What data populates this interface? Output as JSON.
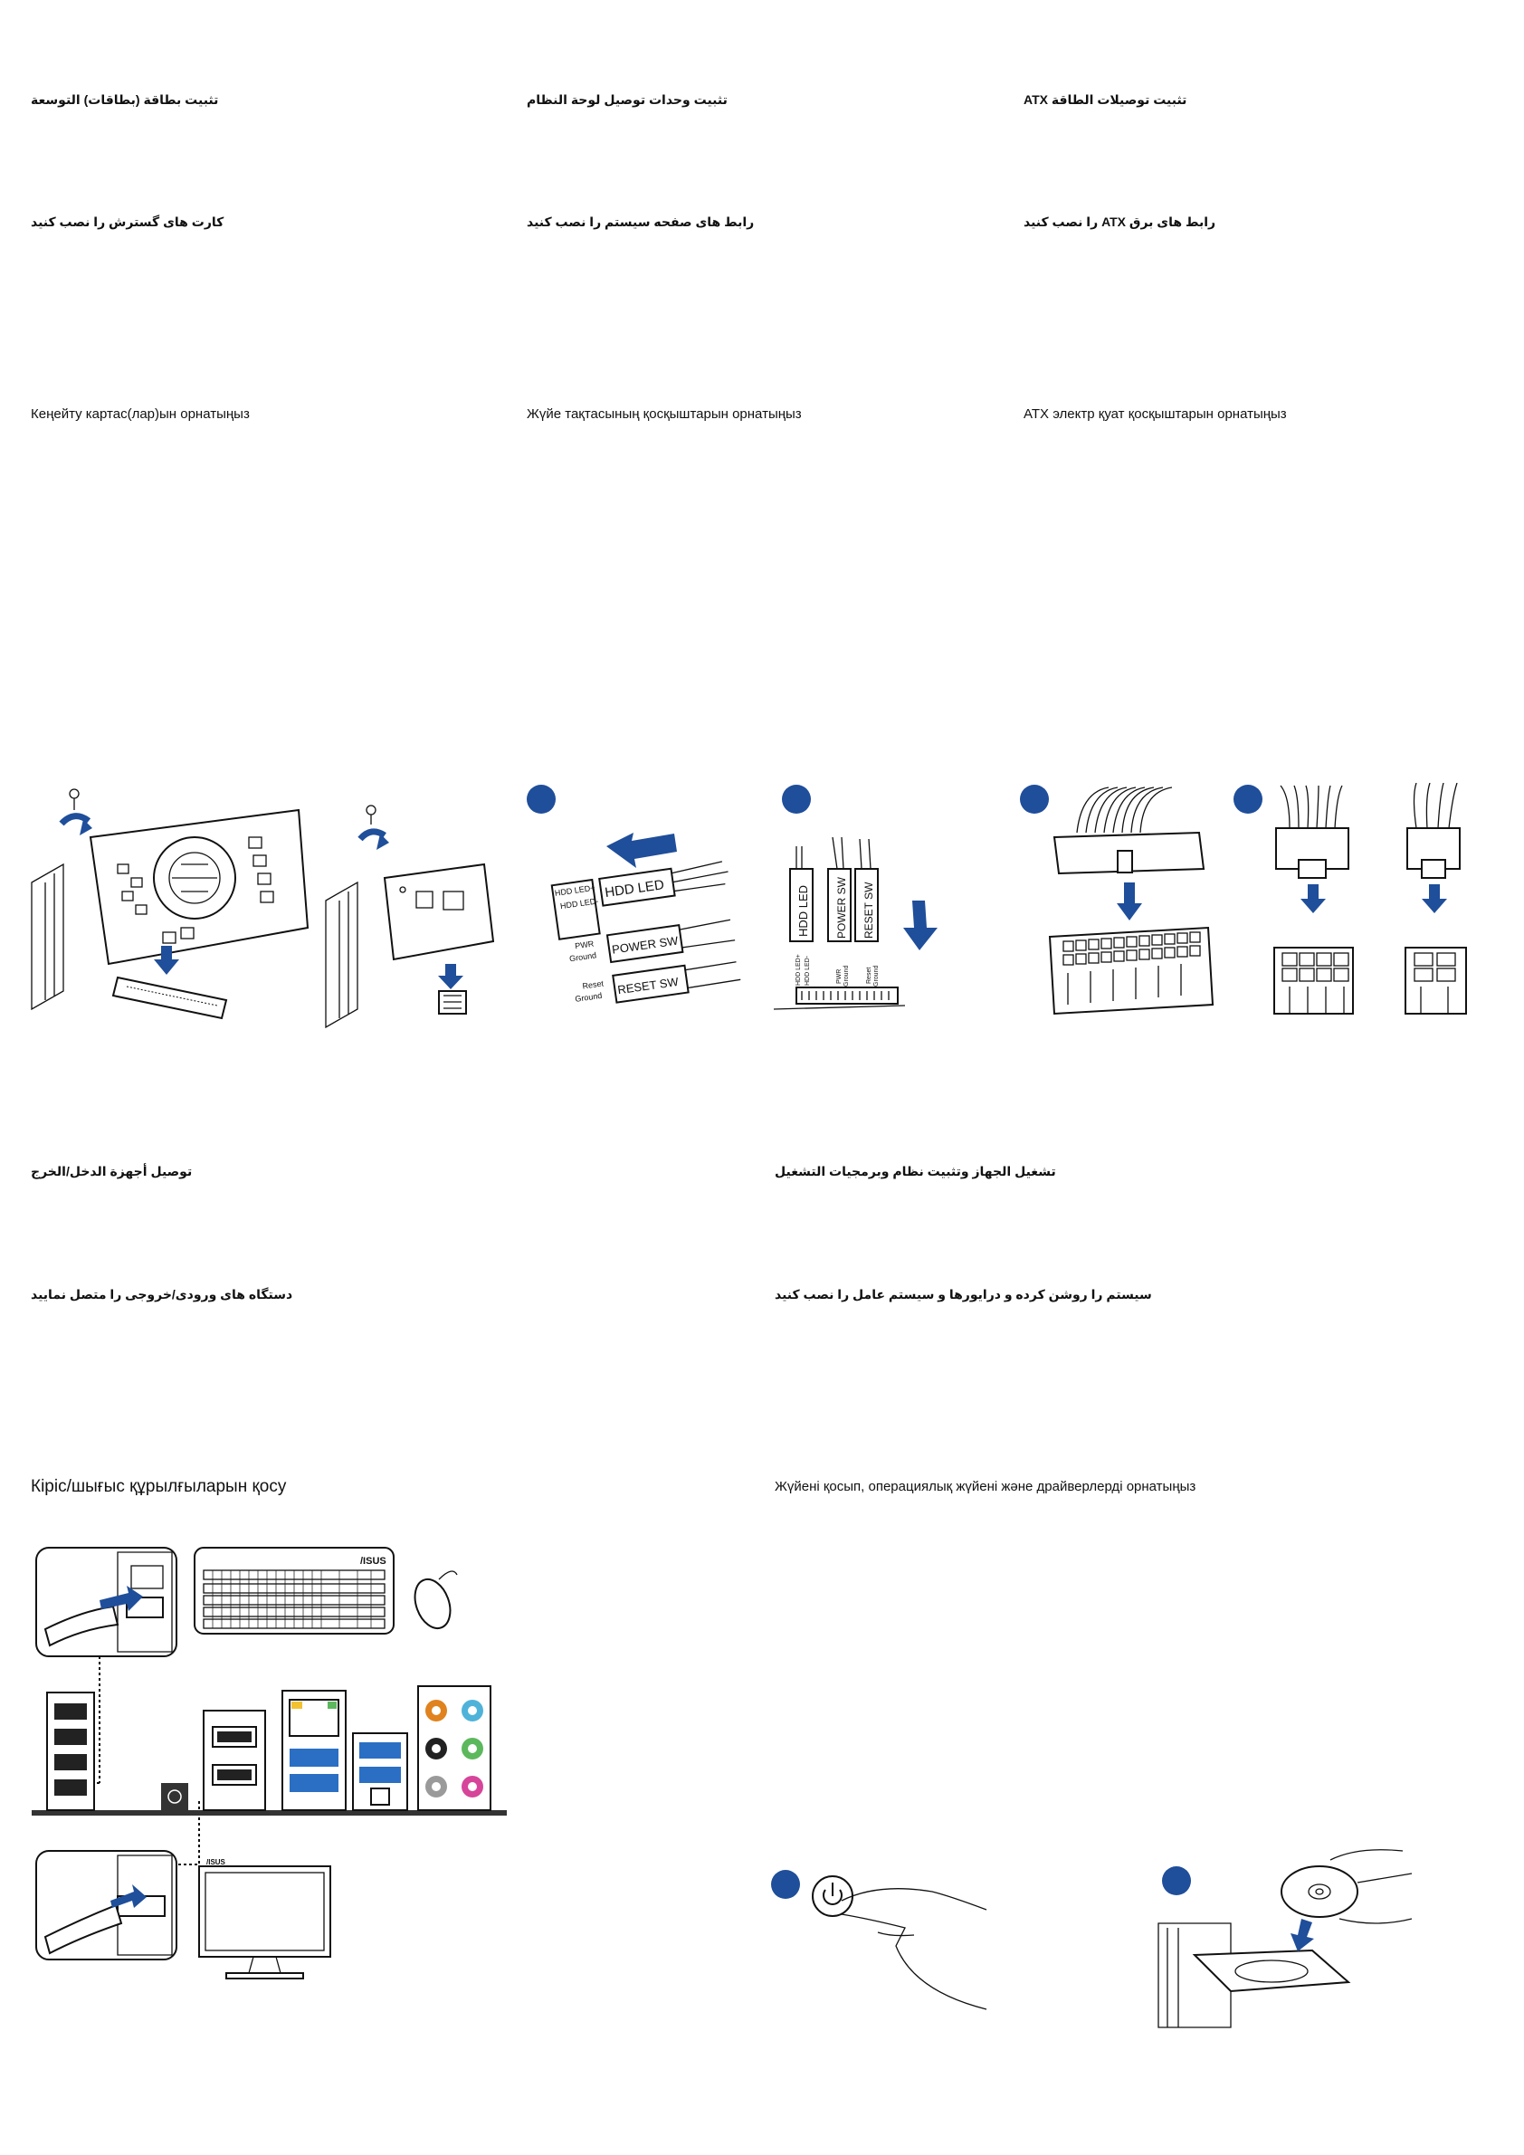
{
  "sections": {
    "expansion": {
      "title_ar": "تثبيت بطاقة (بطاقات) التوسعة",
      "title_fa": "کارت های گسترش را نصب کنید",
      "title_kz": "Кеңейту картас(лар)ын орнатыңыз"
    },
    "system_panel": {
      "title_ar": "تثبيت وحدات توصيل لوحة النظام",
      "title_fa": "رابط های صفحه سیستم را نصب کنید",
      "title_kz": "Жүйе тақтасының қосқыштарын орнатыңыз",
      "labels": {
        "hdd_led": "HDD LED",
        "hdd_led_plus": "HDD LED+",
        "hdd_led_minus": "HDD LED-",
        "pwr": "PWR",
        "ground": "Ground",
        "power_sw": "POWER SW",
        "reset": "Reset",
        "reset_sw": "RESET SW"
      }
    },
    "atx_power": {
      "title_ar": "تثبيت توصيلات الطاقة ATX",
      "title_fa": "رابط های برق ATX را نصب کنید",
      "title_kz": "ATX электр қуат қосқыштарын орнатыңыз"
    },
    "io_devices": {
      "title_ar": "توصيل أجهزة الدخل/الخرج",
      "title_fa": "دستگاه های ورودی/خروجی را متصل نمایید",
      "title_kz": "Кіріс/шығыс құрылғыларын қосу",
      "keyboard_brand": "/ISUS",
      "monitor_brand": "/ISUS"
    },
    "power_on": {
      "title_ar": "تشغيل الجهاز وتثبيت نظام وبرمجيات التشغيل",
      "title_fa": "سیستم را روشن کرده و درایورها و سیستم عامل را نصب کنید",
      "title_kz": "Жүйені қосып, операциялық жүйені және драйверлерді орнатыңыз"
    }
  },
  "colors": {
    "accent_blue": "#1f4e9a",
    "audio_orange": "#e0821e",
    "audio_blue": "#4fb3d9",
    "audio_black": "#222222",
    "audio_green": "#5cb85c",
    "audio_gray": "#9a9a9a",
    "audio_pink": "#d6459a",
    "usb3_blue": "#2a6fc4",
    "lan_yellow": "#f2c230"
  },
  "icons": [
    "screw-icon",
    "rotate-arrow-icon",
    "down-arrow-icon",
    "left-arrow-icon",
    "power-button-icon",
    "optical-disc-icon"
  ]
}
